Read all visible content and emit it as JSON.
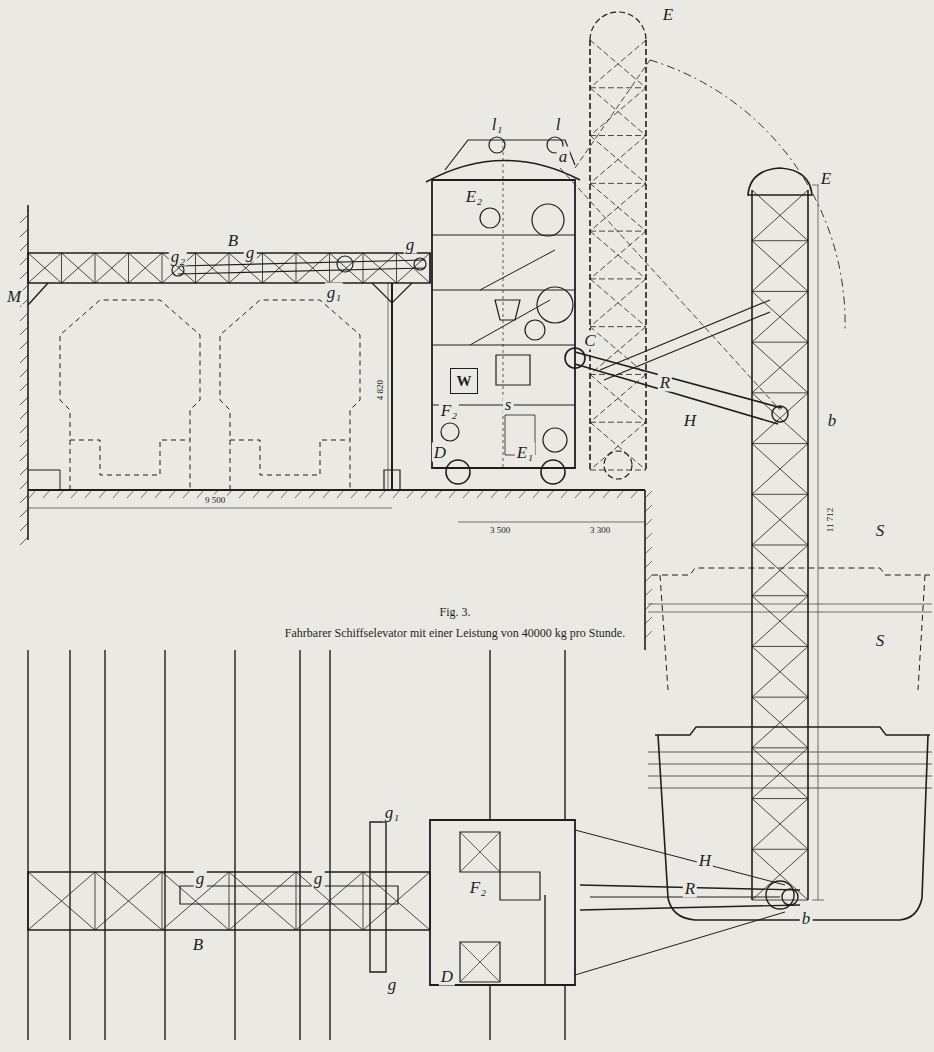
{
  "diagram": {
    "caption": "Fahrbarer Schiffselevator mit einer Leistung von 40000 kg pro Stunde.",
    "nodes": [
      {
        "text": [
          "W"
        ]
      }
    ],
    "labels": [
      "B",
      "M",
      "g₂",
      "g",
      "g₁",
      "g",
      "l₁",
      "l",
      "a",
      "E",
      "E₂",
      "E",
      "C",
      "R",
      "H",
      "b",
      "s",
      "E₁",
      "F₂",
      "D",
      "S",
      "S",
      "9 500",
      "4 820",
      "3 500",
      "3 300",
      "11 712",
      "Fig. 3.",
      "g₁",
      "g",
      "g",
      "g",
      "B",
      "F₂",
      "D",
      "H",
      "R",
      "b"
    ]
  }
}
